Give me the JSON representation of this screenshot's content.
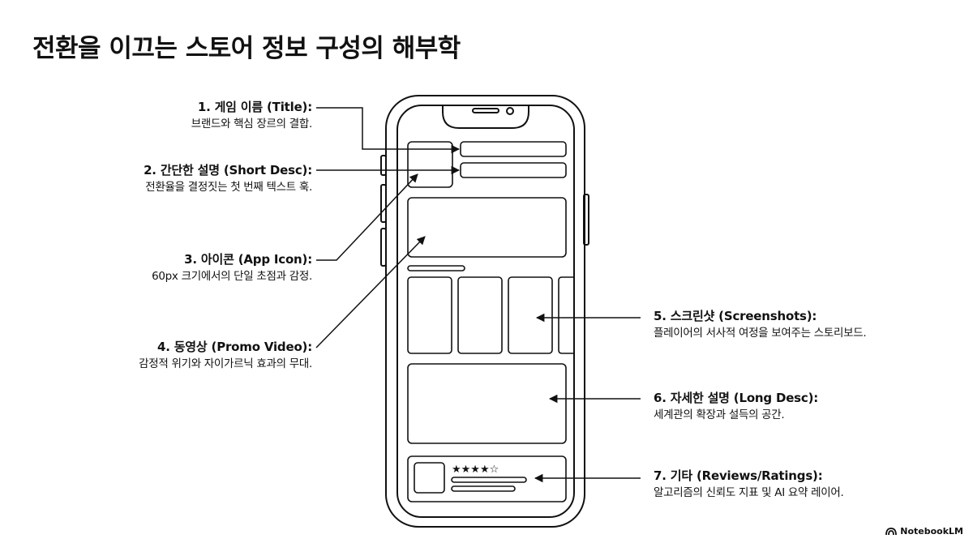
{
  "title": "전환을 이끄는 스토어 정보 구성의 해부학",
  "callouts": [
    {
      "title": "1. 게임 이름 (Title):",
      "desc": "브랜드와 핵심 장르의 결합."
    },
    {
      "title": "2. 간단한 설명 (Short Desc):",
      "desc": "전환율을 결정짓는 첫 번째 텍스트 훅."
    },
    {
      "title": "3. 아이콘 (App Icon):",
      "desc": "60px 크기에서의 단일 초점과 감정."
    },
    {
      "title": "4. 동영상 (Promo Video):",
      "desc": "감정적 위기와 자이가르닉 효과의 무대."
    },
    {
      "title": "5. 스크린샷 (Screenshots):",
      "desc": "플레이어의 서사적 여정을 보여주는 스토리보드."
    },
    {
      "title": "6. 자세한 설명 (Long Desc):",
      "desc": "세계관의 확장과 설득의 공간."
    },
    {
      "title": "7. 기타 (Reviews/Ratings):",
      "desc": "알고리즘의 신뢰도 지표 및 AI 요약 레이어."
    }
  ],
  "phone": {
    "rating_stars": "★★★★☆"
  },
  "brand": {
    "name": "NotebookLM"
  },
  "colors": {
    "ink": "#111111",
    "background": "#ffffff"
  }
}
